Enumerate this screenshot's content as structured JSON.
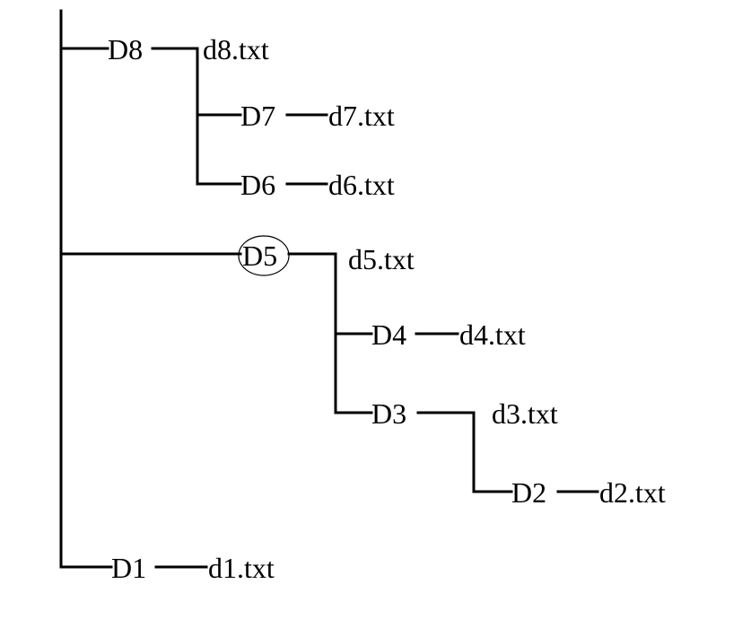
{
  "tree": {
    "directories": [
      {
        "id": "D8",
        "label": "D8"
      },
      {
        "id": "D7",
        "label": "D7"
      },
      {
        "id": "D6",
        "label": "D6"
      },
      {
        "id": "D5",
        "label": "D5",
        "highlighted": true
      },
      {
        "id": "D4",
        "label": "D4"
      },
      {
        "id": "D3",
        "label": "D3"
      },
      {
        "id": "D2",
        "label": "D2"
      },
      {
        "id": "D1",
        "label": "D1"
      }
    ],
    "files": [
      {
        "id": "d8",
        "label": "d8.txt",
        "parent": "D8"
      },
      {
        "id": "d7",
        "label": "d7.txt",
        "parent": "D7"
      },
      {
        "id": "d6",
        "label": "d6.txt",
        "parent": "D6"
      },
      {
        "id": "d5",
        "label": "d5.txt",
        "parent": "D5"
      },
      {
        "id": "d4",
        "label": "d4.txt",
        "parent": "D4"
      },
      {
        "id": "d3",
        "label": "d3.txt",
        "parent": "D3"
      },
      {
        "id": "d2",
        "label": "d2.txt",
        "parent": "D2"
      },
      {
        "id": "d1",
        "label": "d1.txt",
        "parent": "D1"
      }
    ],
    "hierarchy": [
      {
        "parent": "root",
        "child": "D8"
      },
      {
        "parent": "root",
        "child": "D5"
      },
      {
        "parent": "root",
        "child": "D1"
      },
      {
        "parent": "D8",
        "child": "D7"
      },
      {
        "parent": "D8",
        "child": "D6"
      },
      {
        "parent": "D5",
        "child": "D4"
      },
      {
        "parent": "D5",
        "child": "D3"
      },
      {
        "parent": "D3",
        "child": "D2"
      }
    ],
    "colors": {
      "line": "#000000",
      "background": "#ffffff"
    }
  }
}
